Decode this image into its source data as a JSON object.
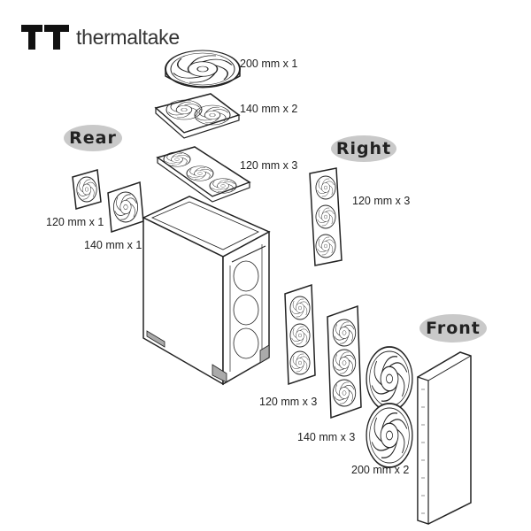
{
  "brand": {
    "name": "thermaltake",
    "logo_icon": "tt-logo-icon"
  },
  "sections": {
    "rear": "Rear",
    "right": "Right",
    "front": "Front"
  },
  "fan_labels": {
    "top_200": "200 mm x 1",
    "top_140": "140 mm x 2",
    "top_120": "120 mm x 3",
    "rear_120": "120 mm x 1",
    "rear_140": "140 mm x 1",
    "right_120": "120 mm x 3",
    "front_120": "120 mm x 3",
    "front_140": "140 mm x 3",
    "front_200": "200 mm x 2"
  }
}
